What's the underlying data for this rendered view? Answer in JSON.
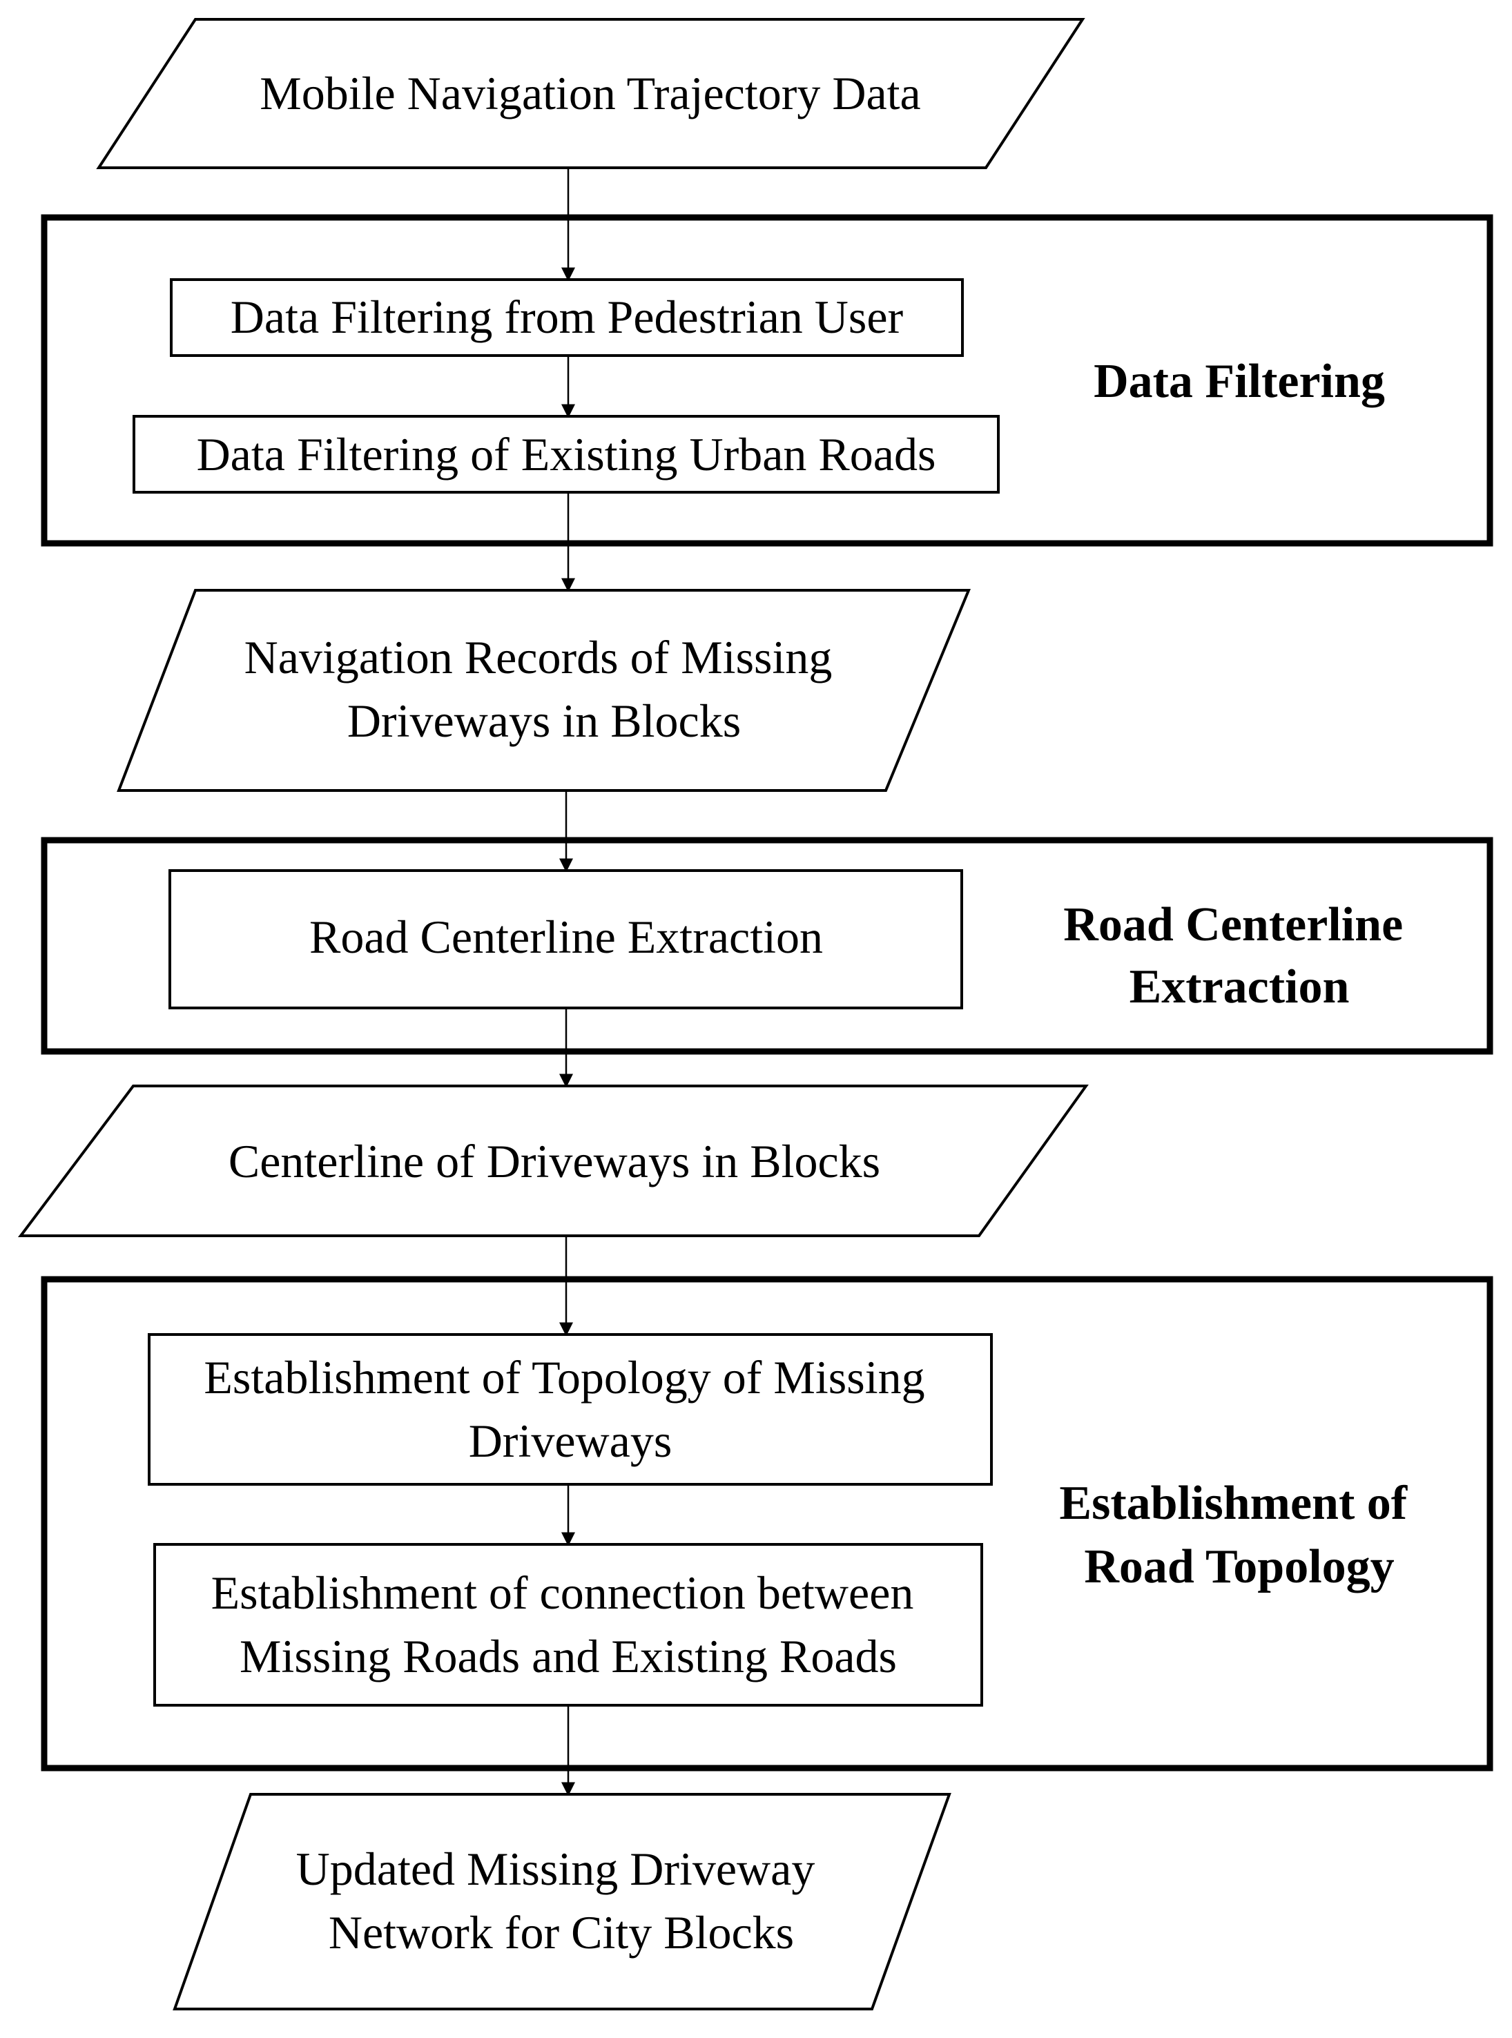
{
  "nodes": {
    "trajectory_data": {
      "lines": [
        "Mobile Navigation Trajectory Data"
      ]
    },
    "pedestrian_filter": {
      "lines": [
        "Data Filtering from Pedestrian User"
      ]
    },
    "urban_roads_filter": {
      "lines": [
        "Data Filtering of Existing Urban Roads"
      ]
    },
    "navigation_records": {
      "lines": [
        "Navigation Records of Missing",
        "Driveways in Blocks"
      ]
    },
    "centerline_extraction": {
      "lines": [
        "Road Centerline Extraction"
      ]
    },
    "centerline_driveways": {
      "lines": [
        "Centerline of Driveways in Blocks"
      ]
    },
    "topology_missing": {
      "lines": [
        "Establishment of Topology of Missing",
        "Driveways"
      ]
    },
    "connection_roads": {
      "lines": [
        "Establishment of connection between",
        "Missing Roads and Existing Roads"
      ]
    },
    "updated_network": {
      "lines": [
        "Updated Missing Driveway",
        "Network for City Blocks"
      ]
    }
  },
  "groups": {
    "data_filtering": {
      "lines": [
        "Data Filtering"
      ]
    },
    "road_centerline_extraction": {
      "lines": [
        "Road Centerline",
        "Extraction"
      ]
    },
    "road_topology": {
      "lines": [
        "Establishment of",
        "Road Topology"
      ]
    }
  }
}
